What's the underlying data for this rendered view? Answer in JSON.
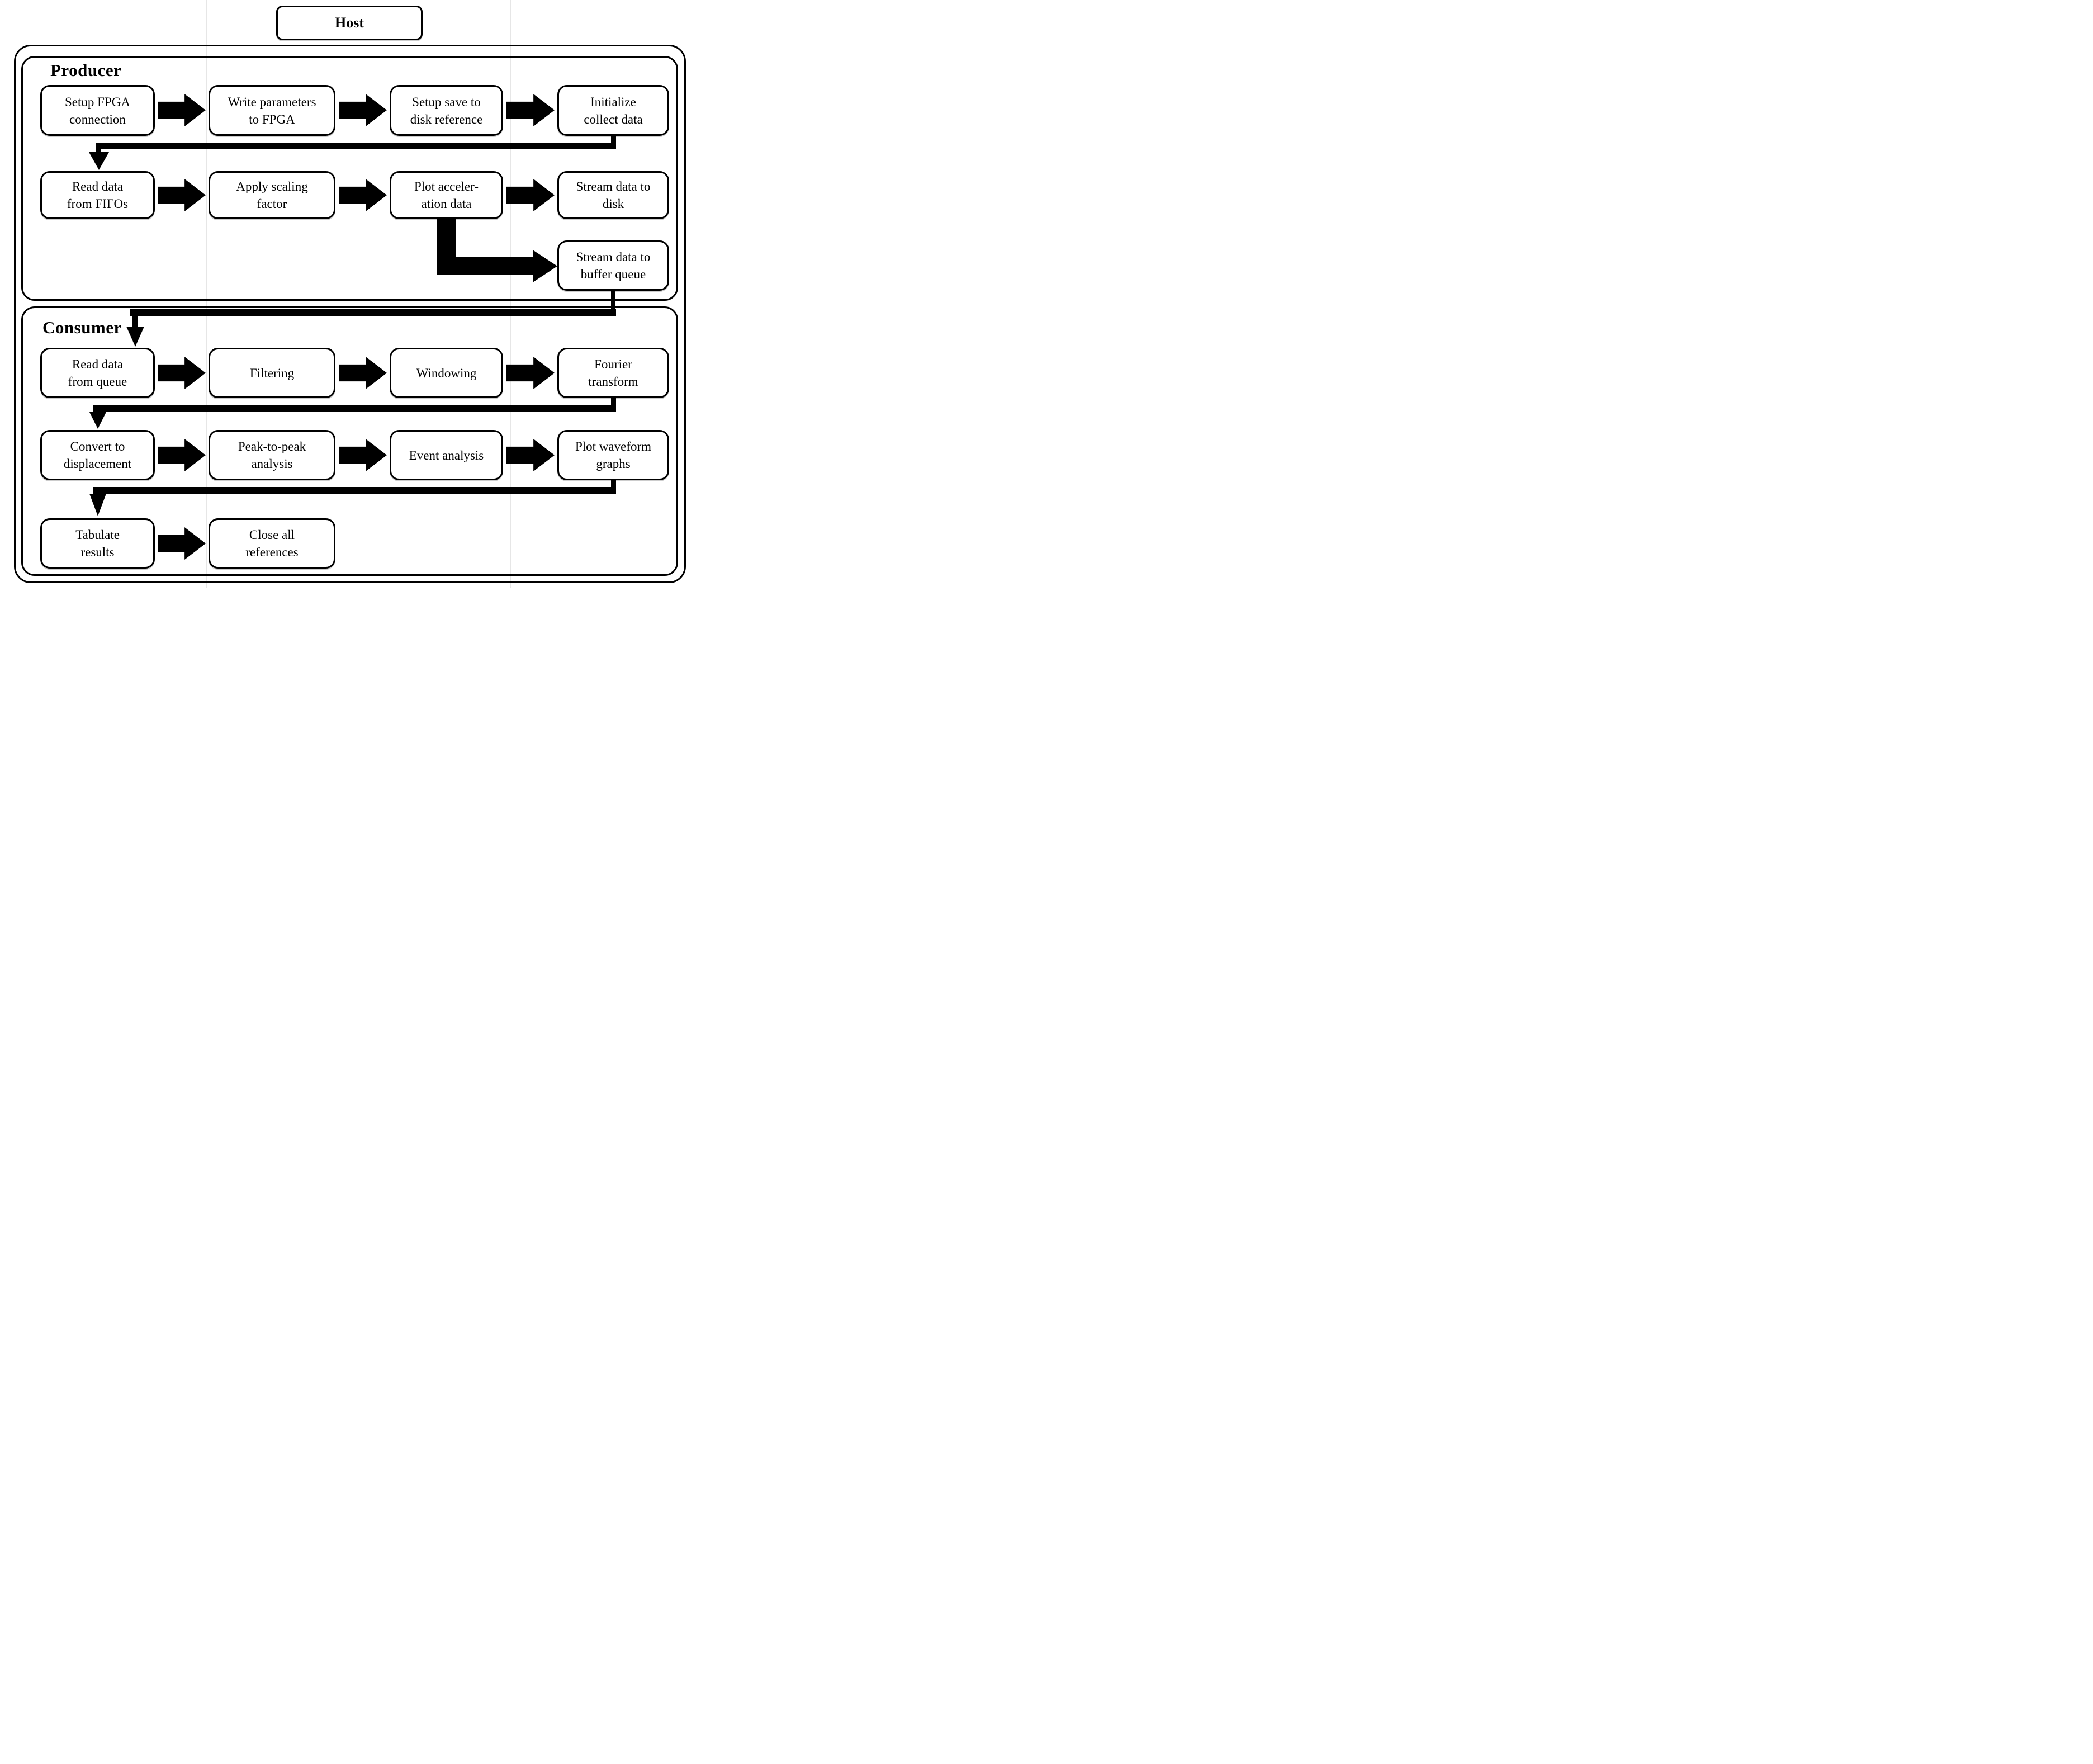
{
  "host": {
    "label": "Host"
  },
  "sections": {
    "producer": {
      "label": "Producer"
    },
    "consumer": {
      "label": "Consumer"
    }
  },
  "nodes": {
    "p1": {
      "label": "Setup FPGA\nconnection"
    },
    "p2": {
      "label": "Write parameters\nto FPGA"
    },
    "p3": {
      "label": "Setup save to\ndisk reference"
    },
    "p4": {
      "label": "Initialize\ncollect data"
    },
    "p5": {
      "label": "Read data\nfrom FIFOs"
    },
    "p6": {
      "label": "Apply scaling\nfactor"
    },
    "p7": {
      "label": "Plot acceler-\nation data"
    },
    "p8": {
      "label": "Stream data to\ndisk"
    },
    "p9": {
      "label": "Stream data to\nbuffer queue"
    },
    "c1": {
      "label": "Read data\nfrom queue"
    },
    "c2": {
      "label": "Filtering"
    },
    "c3": {
      "label": "Windowing"
    },
    "c4": {
      "label": "Fourier\ntransform"
    },
    "c5": {
      "label": "Convert to\ndisplacement"
    },
    "c6": {
      "label": "Peak-to-peak\nanalysis"
    },
    "c7": {
      "label": "Event analysis"
    },
    "c8": {
      "label": "Plot waveform\ngraphs"
    },
    "c9": {
      "label": "Tabulate\nresults"
    },
    "c10": {
      "label": "Close all\nreferences"
    }
  },
  "edges": [
    {
      "from": "p1",
      "to": "p2"
    },
    {
      "from": "p2",
      "to": "p3"
    },
    {
      "from": "p3",
      "to": "p4"
    },
    {
      "from": "p4",
      "to": "p5"
    },
    {
      "from": "p5",
      "to": "p6"
    },
    {
      "from": "p6",
      "to": "p7"
    },
    {
      "from": "p7",
      "to": "p8"
    },
    {
      "from": "p7",
      "to": "p9"
    },
    {
      "from": "p9",
      "to": "c1"
    },
    {
      "from": "c1",
      "to": "c2"
    },
    {
      "from": "c2",
      "to": "c3"
    },
    {
      "from": "c3",
      "to": "c4"
    },
    {
      "from": "c4",
      "to": "c5"
    },
    {
      "from": "c5",
      "to": "c6"
    },
    {
      "from": "c6",
      "to": "c7"
    },
    {
      "from": "c7",
      "to": "c8"
    },
    {
      "from": "c8",
      "to": "c9"
    },
    {
      "from": "c9",
      "to": "c10"
    }
  ],
  "colors": {
    "ink": "#000000",
    "background": "#ffffff",
    "scan_line": "#e6e6e6"
  }
}
